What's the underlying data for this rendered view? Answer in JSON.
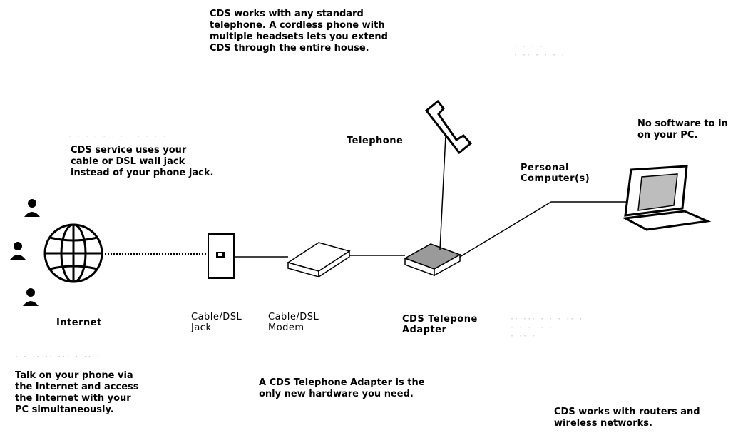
{
  "callouts": {
    "telephone_note": "CDS works with any standard\ntelephone. A cordless phone with\nmultiple headsets lets you extend\nCDS through the entire house.",
    "software_note": "No software to in\non your PC.",
    "wall_jack_note": "CDS service uses your\ncable or DSL wall jack\ninstead of your phone jack.",
    "simultaneous_note": "Talk on your phone via\nthe Internet and access\nthe Internet with your\nPC simultaneously.",
    "adapter_note": "A CDS Telephone Adapter is the\nonly new hardware you need.",
    "router_note": "CDS works with routers and\nwireless networks."
  },
  "labels": {
    "telephone": "Telephone",
    "personal_computer": "Personal\nComputer(s)",
    "internet": "Internet",
    "cable_dsl_jack": "Cable/DSL\nJack",
    "cable_dsl_modem": "Cable/DSL\nModem",
    "cds_adapter": "CDS Telepone\nAdapter"
  },
  "colors": {
    "ink": "#000000",
    "faded": "#c8c8c8"
  },
  "icons": [
    "user-icon",
    "globe-icon",
    "wall-jack-icon",
    "modem-icon",
    "adapter-icon",
    "telephone-handset-icon",
    "laptop-icon"
  ]
}
